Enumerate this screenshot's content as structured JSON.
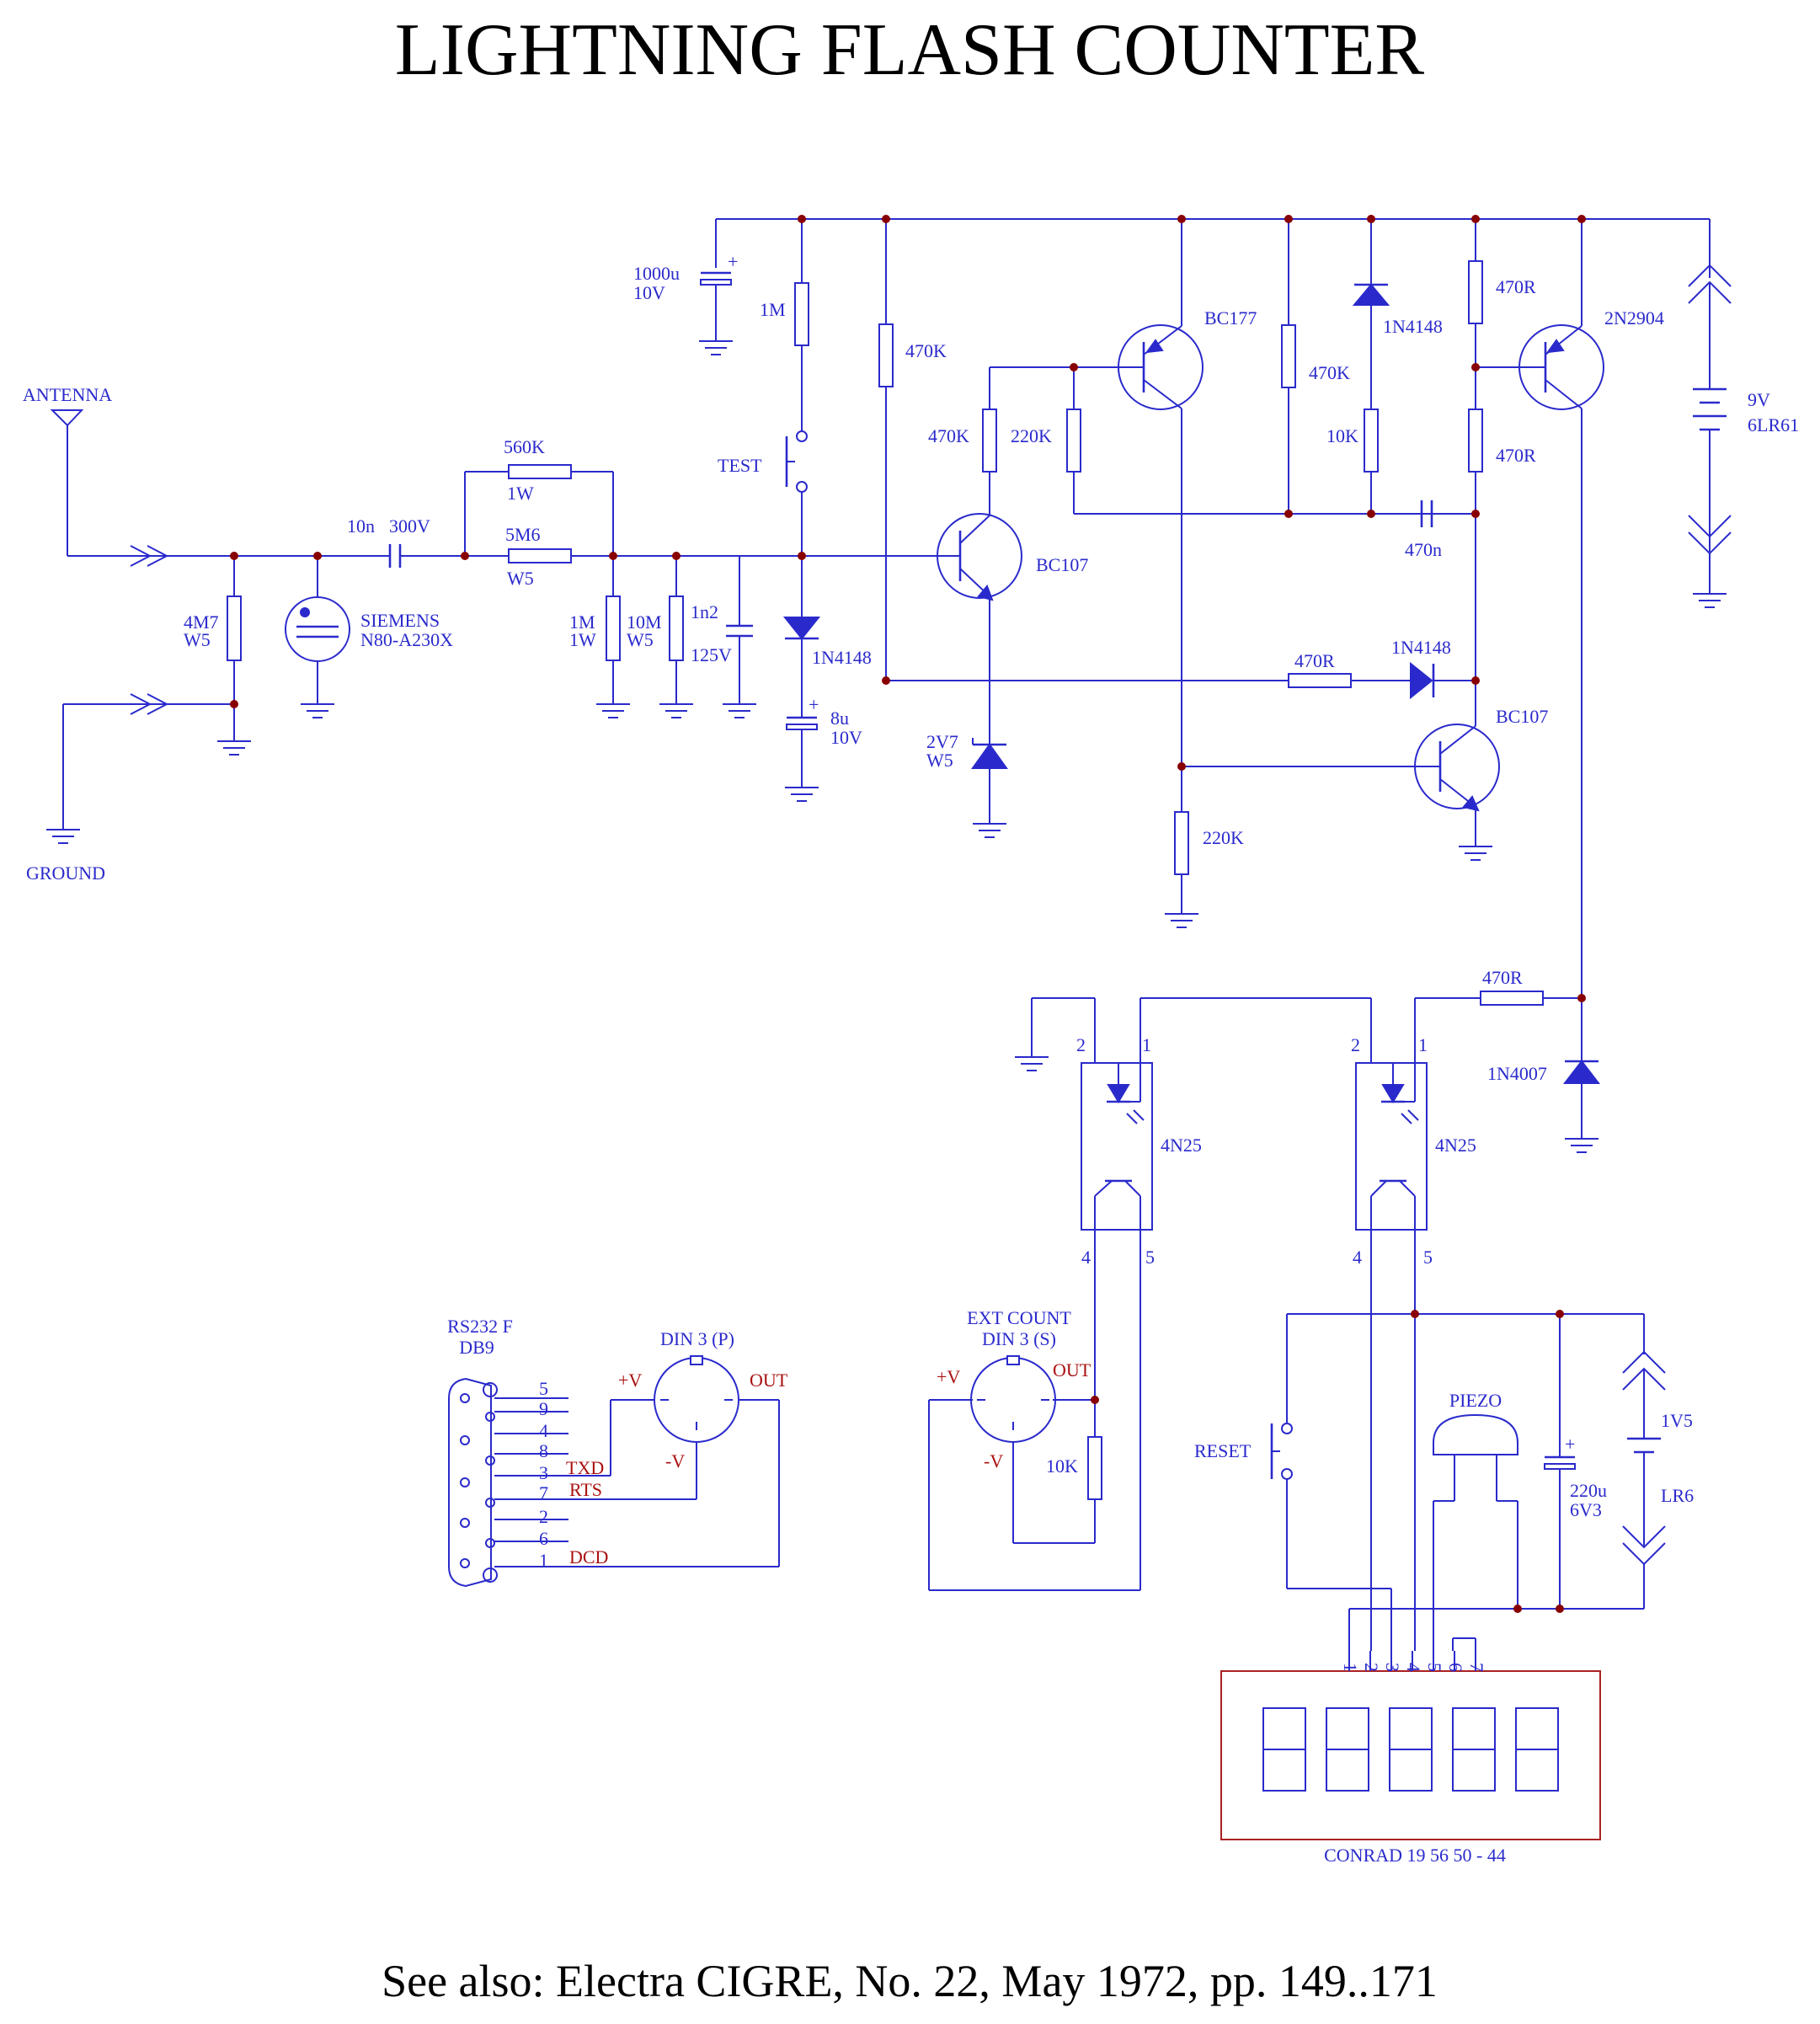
{
  "title": "LIGHTNING FLASH COUNTER",
  "footer": "See also: Electra CIGRE, No. 22, May 1972, pp. 149..171",
  "colors": {
    "wire": "#2a2acc",
    "junction": "#880000",
    "pin_label": "#aa1111",
    "display_frame": "#aa2222"
  },
  "terminals": {
    "antenna": "ANTENNA",
    "ground": "GROUND"
  },
  "resistors": {
    "r_4m7": {
      "value": "4M7",
      "rating": "W5"
    },
    "r_560k": {
      "value": "560K",
      "rating": "1W"
    },
    "r_5m6": {
      "value": "5M6",
      "rating": "W5"
    },
    "r_1m_in": {
      "value": "1M",
      "rating": "1W"
    },
    "r_10m": {
      "value": "10M",
      "rating": "W5"
    },
    "r_1m_test": {
      "value": "1M"
    },
    "r_470k_a": {
      "value": "470K"
    },
    "r_470k_b": {
      "value": "470K"
    },
    "r_220k_a": {
      "value": "220K"
    },
    "r_470k_c": {
      "value": "470K"
    },
    "r_10k_a": {
      "value": "10K"
    },
    "r_470r_a": {
      "value": "470R"
    },
    "r_470r_b": {
      "value": "470R"
    },
    "r_470r_c": {
      "value": "470R"
    },
    "r_220k_b": {
      "value": "220K"
    },
    "r_470r_d": {
      "value": "470R"
    },
    "r_10k_b": {
      "value": "10K"
    }
  },
  "capacitors": {
    "c_10n": {
      "value": "10n",
      "rating": "300V"
    },
    "c_1000u": {
      "value": "1000u",
      "rating": "10V"
    },
    "c_1n2": {
      "value": "1n2",
      "rating": "125V"
    },
    "c_8u": {
      "value": "8u",
      "rating": "10V"
    },
    "c_470n": {
      "value": "470n"
    },
    "c_220u": {
      "value": "220u",
      "rating": "6V3"
    }
  },
  "semis": {
    "gas_tube": {
      "line1": "SIEMENS",
      "line2": "N80-A230X"
    },
    "d1": "1N4148",
    "d2": "1N4148",
    "d3": "1N4148",
    "zener": {
      "value": "2V7",
      "rating": "W5"
    },
    "d_4007": "1N4007",
    "q1": "BC107",
    "q2": "BC177",
    "q3": "2N2904",
    "q4": "BC107"
  },
  "switches": {
    "test": "TEST",
    "reset": "RESET"
  },
  "batteries": {
    "b9v": {
      "value": "9V",
      "type": "6LR61"
    },
    "b1v5": {
      "value": "1V5",
      "type": "LR6"
    }
  },
  "optocouplers": {
    "oc1": {
      "name": "4N25",
      "pins": [
        "1",
        "2",
        "4",
        "5"
      ]
    },
    "oc2": {
      "name": "4N25",
      "pins": [
        "1",
        "2",
        "4",
        "5"
      ]
    }
  },
  "connectors": {
    "rs232": {
      "line1": "RS232 F",
      "line2": "DB9",
      "pins": [
        "5",
        "9",
        "4",
        "8",
        "3",
        "7",
        "2",
        "6",
        "1"
      ],
      "signals": {
        "txd": "TXD",
        "rts": "RTS",
        "dcd": "DCD"
      }
    },
    "din_p": {
      "name": "DIN 3 (P)",
      "plus": "+V",
      "minus": "-V",
      "out": "OUT"
    },
    "din_s": {
      "line1": "EXT COUNT",
      "line2": "DIN 3 (S)",
      "plus": "+V",
      "minus": "-V",
      "out": "OUT"
    }
  },
  "piezo": "PIEZO",
  "counter": {
    "name": "CONRAD  19 56 50 - 44",
    "pins": [
      "1",
      "2",
      "3",
      "4",
      "5",
      "6",
      "7"
    ],
    "digits": 5
  }
}
